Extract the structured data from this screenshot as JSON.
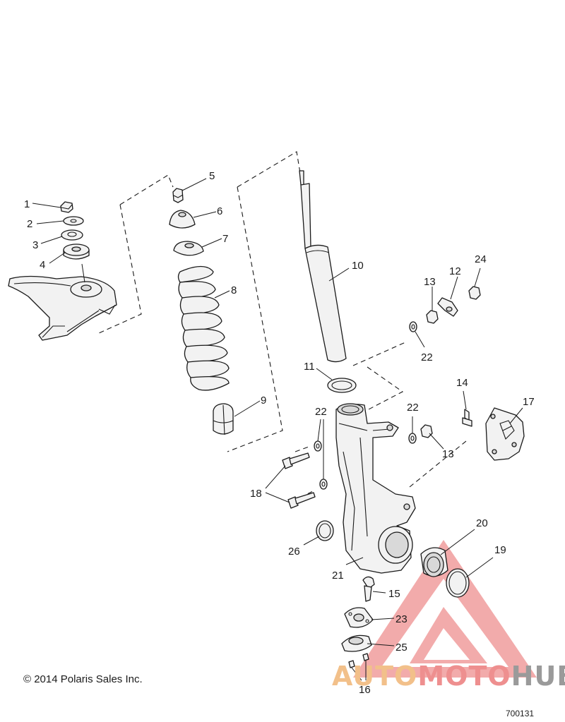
{
  "callouts": [
    {
      "id": "1",
      "label": "1"
    },
    {
      "id": "2",
      "label": "2"
    },
    {
      "id": "3",
      "label": "3"
    },
    {
      "id": "4",
      "label": "4"
    },
    {
      "id": "5",
      "label": "5"
    },
    {
      "id": "6",
      "label": "6"
    },
    {
      "id": "7",
      "label": "7"
    },
    {
      "id": "8",
      "label": "8"
    },
    {
      "id": "9",
      "label": "9"
    },
    {
      "id": "10",
      "label": "10"
    },
    {
      "id": "11",
      "label": "11"
    },
    {
      "id": "12",
      "label": "12"
    },
    {
      "id": "13a",
      "label": "13"
    },
    {
      "id": "13b",
      "label": "13"
    },
    {
      "id": "14",
      "label": "14"
    },
    {
      "id": "15",
      "label": "15"
    },
    {
      "id": "16",
      "label": "16"
    },
    {
      "id": "17",
      "label": "17"
    },
    {
      "id": "18",
      "label": "18"
    },
    {
      "id": "19",
      "label": "19"
    },
    {
      "id": "20",
      "label": "20"
    },
    {
      "id": "21",
      "label": "21"
    },
    {
      "id": "22a",
      "label": "22"
    },
    {
      "id": "22b",
      "label": "22"
    },
    {
      "id": "22c",
      "label": "22"
    },
    {
      "id": "23",
      "label": "23"
    },
    {
      "id": "24",
      "label": "24"
    },
    {
      "id": "25",
      "label": "25"
    },
    {
      "id": "26",
      "label": "26"
    }
  ],
  "copyright": "© 2014 Polaris Sales Inc.",
  "diagram_number": "700131",
  "watermark": {
    "part1": "AUTO",
    "part2": "MOTO",
    "part3": "HUB",
    "color1": "#f2c08a",
    "color2": "#ee8f8f",
    "color3": "#9a9a9a",
    "triangle_color": "#ee8f8f"
  }
}
